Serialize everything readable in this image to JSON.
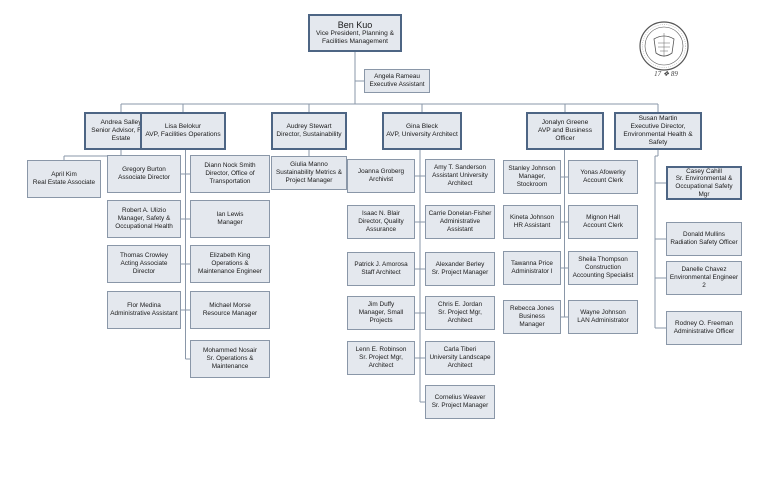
{
  "top": {
    "name": "Ben Kuo",
    "title": "Vice President, Planning & Facilities Management"
  },
  "assistant": {
    "name": "Angela Rameau",
    "title": "Executive Assistant"
  },
  "heads": [
    {
      "name": "Andrea Salley",
      "title": "Senior Advisor, Real Estate"
    },
    {
      "name": "Lisa Belokur",
      "title": "AVP, Facilities Operations"
    },
    {
      "name": "Audrey Stewart",
      "title": "Director, Sustainability"
    },
    {
      "name": "Gina Bleck",
      "title": "AVP, University Architect"
    },
    {
      "name": "Jonalyn Greene",
      "title": "AVP and Business Officer"
    },
    {
      "name": "Susan Martin",
      "title": "Executive Director, Environmental Health & Safety"
    }
  ],
  "staff": {
    "salley": [
      {
        "name": "April Kim",
        "title": "Real Estate Associate"
      }
    ],
    "belokur_left": [
      {
        "name": "Gregory Burton",
        "title": "Associate Director"
      },
      {
        "name": "Robert A. Ulizio",
        "title": "Manager, Safety & Occupational Health"
      },
      {
        "name": "Thomas Crowley",
        "title": "Acting Associate Director"
      },
      {
        "name": "Flor Medina",
        "title": "Administrative Assistant"
      }
    ],
    "belokur_right": [
      {
        "name": "Diann Nock Smith",
        "title": "Director, Office of Transportation"
      },
      {
        "name": "Ian Lewis",
        "title": "Manager"
      },
      {
        "name": "Elizabeth King",
        "title": "Operations & Maintenance Engineer"
      },
      {
        "name": "Michael Morse",
        "title": "Resource Manager"
      },
      {
        "name": "Mohammed Nosair",
        "title": "Sr. Operations & Maintenance"
      }
    ],
    "stewart": [
      {
        "name": "Giulia Manno",
        "title": "Sustainability Metrics & Project Manager"
      }
    ],
    "bleck_left": [
      {
        "name": "Joanna Groberg",
        "title": "Archivist"
      },
      {
        "name": "Isaac N. Blair",
        "title": "Director, Quality Assurance"
      },
      {
        "name": "Patrick J. Amorosa",
        "title": "Staff Architect"
      },
      {
        "name": "Jim Duffy",
        "title": "Manager, Small Projects"
      },
      {
        "name": "Lenn E. Robinson",
        "title": "Sr. Project Mgr, Architect"
      }
    ],
    "bleck_right": [
      {
        "name": "Amy T. Sanderson",
        "title": "Assistant University Architect"
      },
      {
        "name": "Carrie Donelan-Fisher",
        "title": "Administrative Assistant"
      },
      {
        "name": "Alexander Berley",
        "title": "Sr. Project Manager"
      },
      {
        "name": "Chris E. Jordan",
        "title": "Sr. Project Mgr, Architect"
      },
      {
        "name": "Carla Tiberi",
        "title": "University Landscape Architect"
      },
      {
        "name": "Cornelius Weaver",
        "title": "Sr. Project Manager"
      }
    ],
    "greene_left": [
      {
        "name": "Stanley Johnson",
        "title": "Manager, Stockroom"
      },
      {
        "name": "Kineta Johnson",
        "title": "HR Assistant"
      },
      {
        "name": "Tawanna Price",
        "title": "Administrator I"
      },
      {
        "name": "Rebecca Jones",
        "title": "Business Manager"
      }
    ],
    "greene_right": [
      {
        "name": "Yonas Afowerky",
        "title": "Account Clerk"
      },
      {
        "name": "Mignon Hall",
        "title": "Account Clerk"
      },
      {
        "name": "Sheila Thompson",
        "title": "Construction Accounting Specialist"
      },
      {
        "name": "Wayne Johnson",
        "title": "LAN Administrator"
      }
    ],
    "martin": [
      {
        "name": "Casey Cahill",
        "title": "Sr. Environmental & Occupational Safety Mgr"
      },
      {
        "name": "Donald Mullins",
        "title": "Radiation Safety Officer"
      },
      {
        "name": "Danelle Chavez",
        "title": "Environmental Engineer 2"
      },
      {
        "name": "Rodney O. Freeman",
        "title": "Administrative Officer"
      }
    ]
  },
  "seal": {
    "year_left": "17",
    "year_right": "89"
  }
}
